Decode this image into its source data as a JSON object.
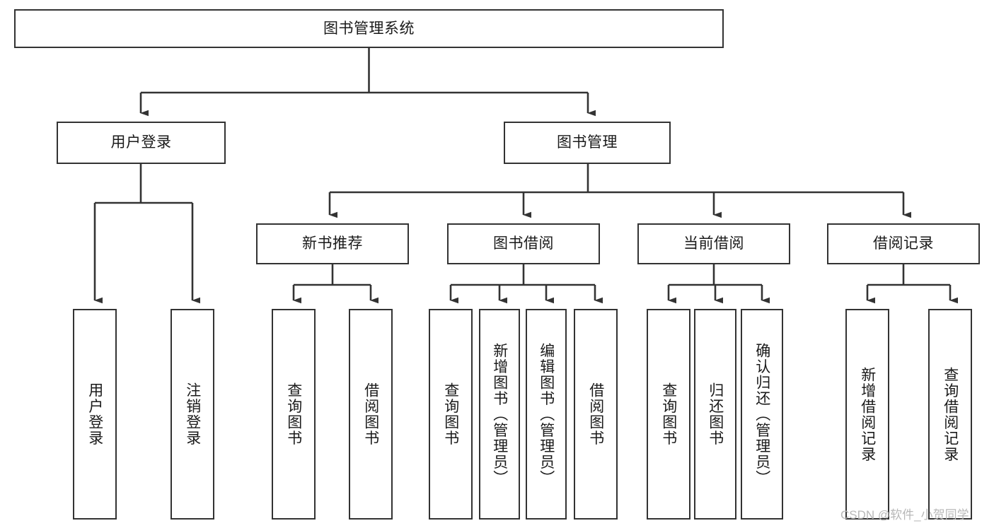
{
  "diagram": {
    "type": "tree-hierarchy-chart",
    "title": "图书管理系统",
    "orientation": "top-down",
    "colors": {
      "box_border": "#333333",
      "box_fill": "#ffffff",
      "connector": "#333333",
      "text": "#1a1a1a",
      "watermark": "#b8b8b8",
      "background": "#ffffff"
    },
    "root": {
      "label": "图书管理系统"
    },
    "level2": [
      {
        "label": "用户登录"
      },
      {
        "label": "图书管理"
      }
    ],
    "level3": [
      {
        "label": "新书推荐"
      },
      {
        "label": "图书借阅"
      },
      {
        "label": "当前借阅"
      },
      {
        "label": "借阅记录"
      }
    ],
    "leaves": {
      "user_login": [
        {
          "label": "用户登录"
        },
        {
          "label": "注销登录"
        }
      ],
      "new_book_recommend": [
        {
          "label": "查询图书"
        },
        {
          "label": "借阅图书"
        }
      ],
      "book_borrow": [
        {
          "label": "查询图书"
        },
        {
          "label": "新增图书（管理员）"
        },
        {
          "label": "编辑图书（管理员）"
        },
        {
          "label": "借阅图书"
        }
      ],
      "current_borrow": [
        {
          "label": "查询图书"
        },
        {
          "label": "归还图书"
        },
        {
          "label": "确认归还（管理员）"
        }
      ],
      "borrow_record": [
        {
          "label": "新增借阅记录"
        },
        {
          "label": "查询借阅记录"
        }
      ]
    }
  },
  "watermark": {
    "text": "CSDN @软件_小贺同学"
  }
}
